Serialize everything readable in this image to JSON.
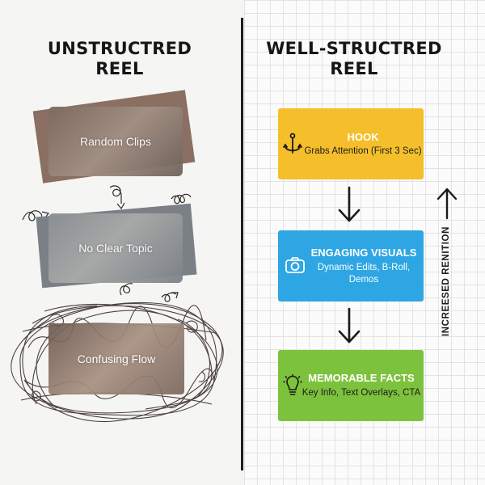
{
  "left": {
    "heading_line1": "UNSTRUCTRED",
    "heading_line2": "REEL",
    "cards": [
      {
        "label": "Random Clips"
      },
      {
        "label": "No Clear Topic"
      },
      {
        "label": "Confusing Flow"
      }
    ]
  },
  "right": {
    "heading_line1": "WELL-STRUCTRED",
    "heading_line2": "REEL",
    "stages": [
      {
        "title": "HOOK",
        "desc": "Grabs Attention (First 3 Sec)",
        "color": "#f5bf2b",
        "icon": "anchor-icon"
      },
      {
        "title": "ENGAGING VISUALS",
        "desc": "Dynamic Edits, B-Roll, Demos",
        "color": "#2ea6e3",
        "icon": "camera-icon"
      },
      {
        "title": "MEMORABLE FACTS",
        "desc": "Key Info, Text Overlays, CTA",
        "color": "#7dc23d",
        "icon": "lightbulb-icon"
      }
    ],
    "side_label": "INCREESED RENITION"
  }
}
